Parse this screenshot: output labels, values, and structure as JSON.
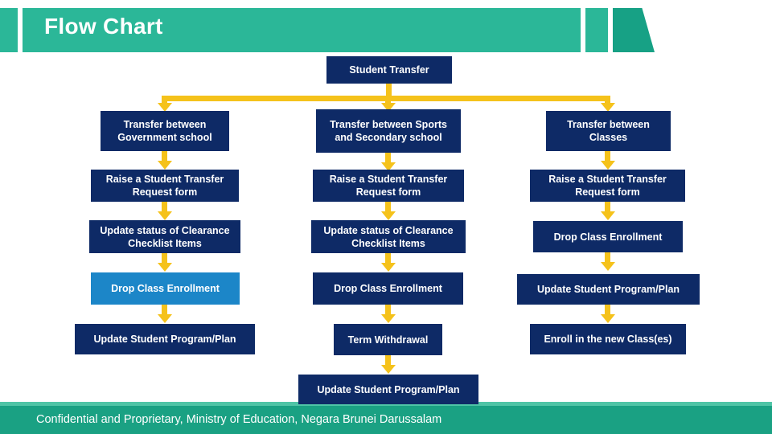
{
  "header": {
    "title": "Flow Chart",
    "accent_color": "#2BB798",
    "accent_dark_color": "#17A185"
  },
  "footer": {
    "text": "Confidential and Proprietary, Ministry of Education, Negara Brunei Darussalam",
    "bar_color": "#1AA183",
    "strip_color": "#4FC4A6"
  },
  "theme": {
    "node_color": "#0E2A66",
    "node_highlight_color": "#1C86C8",
    "connector_color": "#F5C21B"
  },
  "chart_data": {
    "type": "diagram",
    "title": "Flow Chart",
    "root": "Student Transfer",
    "branches": [
      {
        "name": "Transfer between Government school",
        "steps": [
          "Transfer between Government school",
          "Raise a Student Transfer Request form",
          "Update status of Clearance Checklist Items",
          "Drop Class Enrollment",
          "Update Student Program/Plan"
        ]
      },
      {
        "name": "Transfer between Sports and Secondary school",
        "steps": [
          "Transfer between Sports and Secondary school",
          "Raise a Student Transfer Request form",
          "Update status of Clearance Checklist Items",
          "Drop Class Enrollment",
          "Term Withdrawal",
          "Update Student Program/Plan"
        ]
      },
      {
        "name": "Transfer between Classes",
        "steps": [
          "Transfer between Classes",
          "Raise a Student Transfer Request form",
          "Drop Class Enrollment",
          "Update Student Program/Plan",
          "Enroll in the new Class(es)"
        ]
      }
    ]
  },
  "nodes": {
    "root": "Student Transfer",
    "col1": {
      "n1": "Transfer between Government school",
      "n2": "Raise a Student Transfer Request form",
      "n3": "Update status of Clearance Checklist Items",
      "n4": "Drop Class Enrollment",
      "n5": "Update Student Program/Plan"
    },
    "col2": {
      "n1": "Transfer between Sports and Secondary school",
      "n2": "Raise a Student Transfer Request form",
      "n3": "Update status of Clearance Checklist Items",
      "n4": "Drop Class Enrollment",
      "n5": "Term Withdrawal",
      "n6": "Update Student Program/Plan"
    },
    "col3": {
      "n1": "Transfer between Classes",
      "n2": "Raise a Student Transfer Request form",
      "n3": "Drop Class Enrollment",
      "n4": "Update Student Program/Plan",
      "n5": "Enroll in the new Class(es)"
    }
  }
}
